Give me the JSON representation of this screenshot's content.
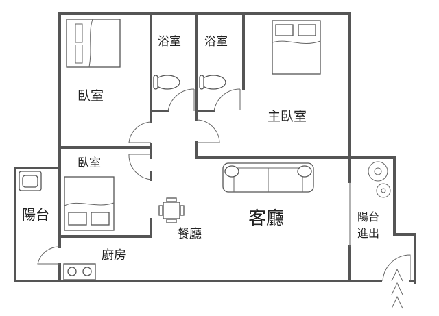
{
  "rooms": {
    "bedroom_1": "臥室",
    "bath_1": "浴室",
    "bath_2": "浴室",
    "master_bedroom": "主臥室",
    "bedroom_2": "臥室",
    "balcony_left": "陽台",
    "dining": "餐廳",
    "living": "客廳",
    "kitchen": "廚房",
    "balcony_access_line1": "陽台",
    "balcony_access_line2": "進出"
  },
  "entrance_marker": "^^^"
}
